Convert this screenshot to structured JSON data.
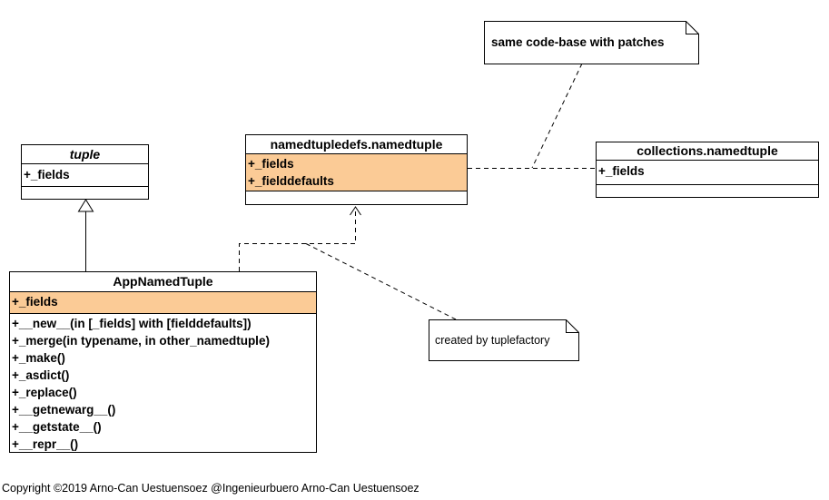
{
  "colors": {
    "highlight": "#fbcb96",
    "line": "#000000",
    "background": "#ffffff"
  },
  "classes": {
    "tuple": {
      "title": "tuple",
      "attributes": [
        "+_fields"
      ]
    },
    "namedtupledefs": {
      "title": "namedtupledefs.namedtuple",
      "attributes": [
        "+_fields",
        "+_fielddefaults"
      ]
    },
    "collections": {
      "title": "collections.namedtuple",
      "attributes": [
        "+_fields"
      ]
    },
    "appnamedtuple": {
      "title": "AppNamedTuple",
      "attributes": [
        "+_fields"
      ],
      "methods": [
        "+__new__(in [_fields] with [fielddefaults])",
        "+_merge(in typename, in other_namedtuple)",
        "+_make()",
        "+_asdict()",
        "+_replace()",
        "+__getnewarg__()",
        "+__getstate__()",
        "+__repr__()"
      ]
    }
  },
  "notes": {
    "patches": {
      "text": "same code-base with patches"
    },
    "factory": {
      "text": "created by tuplefactory"
    }
  },
  "edges": [
    {
      "from": "AppNamedTuple",
      "to": "tuple",
      "type": "generalization",
      "style": "solid-hollow-triangle"
    },
    {
      "from": "AppNamedTuple",
      "to": "namedtupledefs.namedtuple",
      "type": "dependency",
      "style": "dashed-open-arrow"
    },
    {
      "from": "namedtupledefs.namedtuple",
      "to": "collections.namedtuple",
      "type": "association",
      "style": "dashed"
    },
    {
      "from": "note:same code-base with patches",
      "to": "edge:namedtupledefs-collections",
      "type": "note-anchor",
      "style": "dashed"
    },
    {
      "from": "note:created by tuplefactory",
      "to": "edge:AppNamedTuple-namedtupledefs",
      "type": "note-anchor",
      "style": "dashed"
    }
  ],
  "footer": {
    "copyright": "Copyright ©2019 Arno-Can Uestuensoez @Ingenieurbuero Arno-Can Uestuensoez"
  }
}
